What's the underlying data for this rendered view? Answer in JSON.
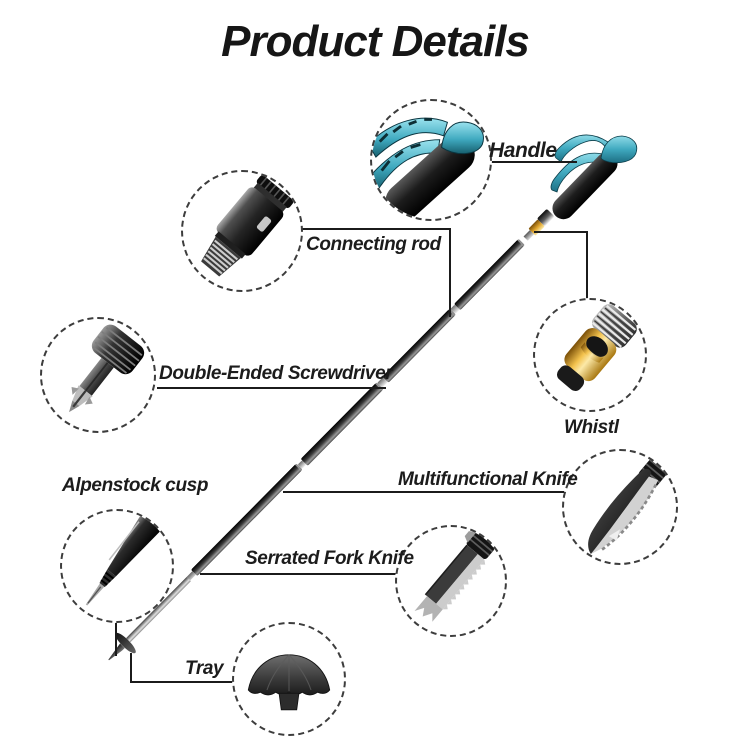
{
  "page": {
    "title": "Product Details"
  },
  "callouts": [
    {
      "id": "handle",
      "label": "Handle",
      "icon": "handle-illustration"
    },
    {
      "id": "connecting-rod",
      "label": "Connecting rod",
      "icon": "connecting-rod-illustration"
    },
    {
      "id": "screwdriver",
      "label": "Double-Ended Screwdriver",
      "icon": "screwdriver-illustration"
    },
    {
      "id": "whistle",
      "label": "Whistl",
      "icon": "whistle-illustration"
    },
    {
      "id": "knife",
      "label": "Multifunctional Knife",
      "icon": "knife-illustration"
    },
    {
      "id": "cusp",
      "label": "Alpenstock cusp",
      "icon": "alpenstock-cusp-illustration"
    },
    {
      "id": "fork",
      "label": "Serrated Fork Knife",
      "icon": "serrated-fork-illustration"
    },
    {
      "id": "tray",
      "label": "Tray",
      "icon": "tray-illustration"
    }
  ],
  "colors": {
    "ink": "#1c1c1c",
    "circle_dash": "#3d3d3d",
    "accent_teal": "#3fa9bf",
    "accent_gold": "#e8b54a",
    "pole_dark": "#1b1b1b",
    "metal_light": "#c9c9c9",
    "background": "#ffffff"
  }
}
